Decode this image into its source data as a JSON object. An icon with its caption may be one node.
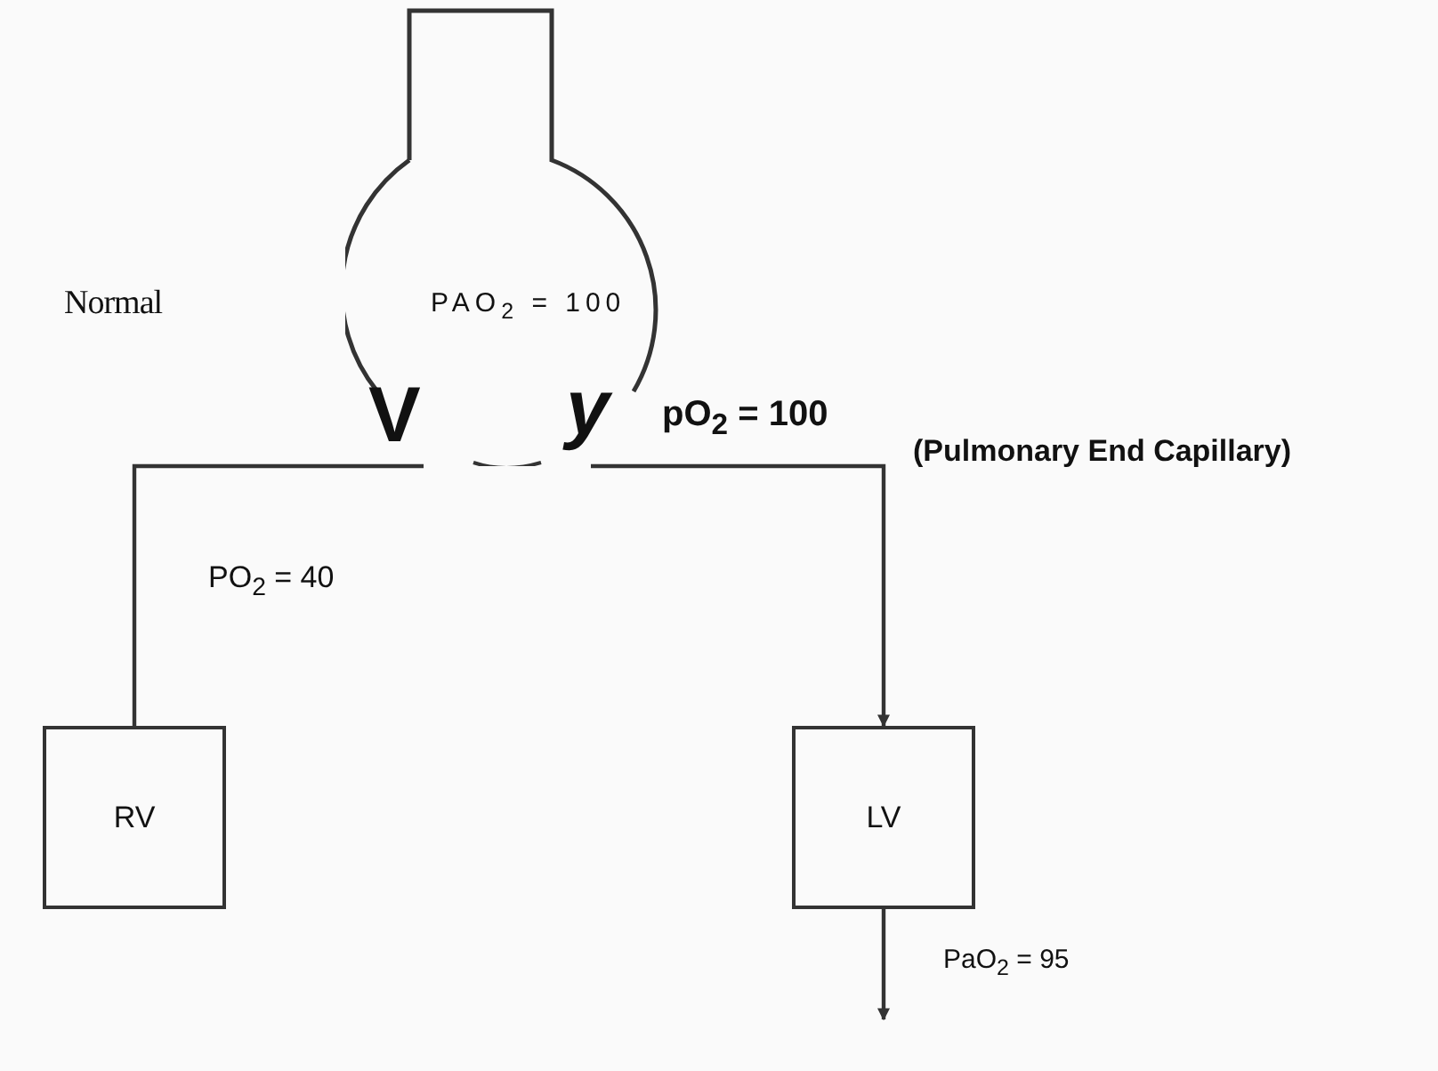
{
  "diagram": {
    "nodes": [
      {
        "text": [
          "PAO$_{2}$ = 100"
        ]
      },
      {
        "text": [
          "RV"
        ]
      },
      {
        "text": [
          "LV"
        ]
      }
    ],
    "edges": [
      {
        "from": 1,
        "to": 0,
        "arrow": "none"
      },
      {
        "from": 0,
        "to": 2,
        "arrow": "to"
      },
      {
        "from": 2,
        "to": null,
        "arrow": "to"
      }
    ],
    "labels": [
      "Normal",
      "V",
      "y",
      "pO$_{2}$ = 100",
      "(Pulmonary End Capillary)",
      "PO$_{2}$ = 40",
      "PaO$_{2}$ = 95"
    ]
  }
}
